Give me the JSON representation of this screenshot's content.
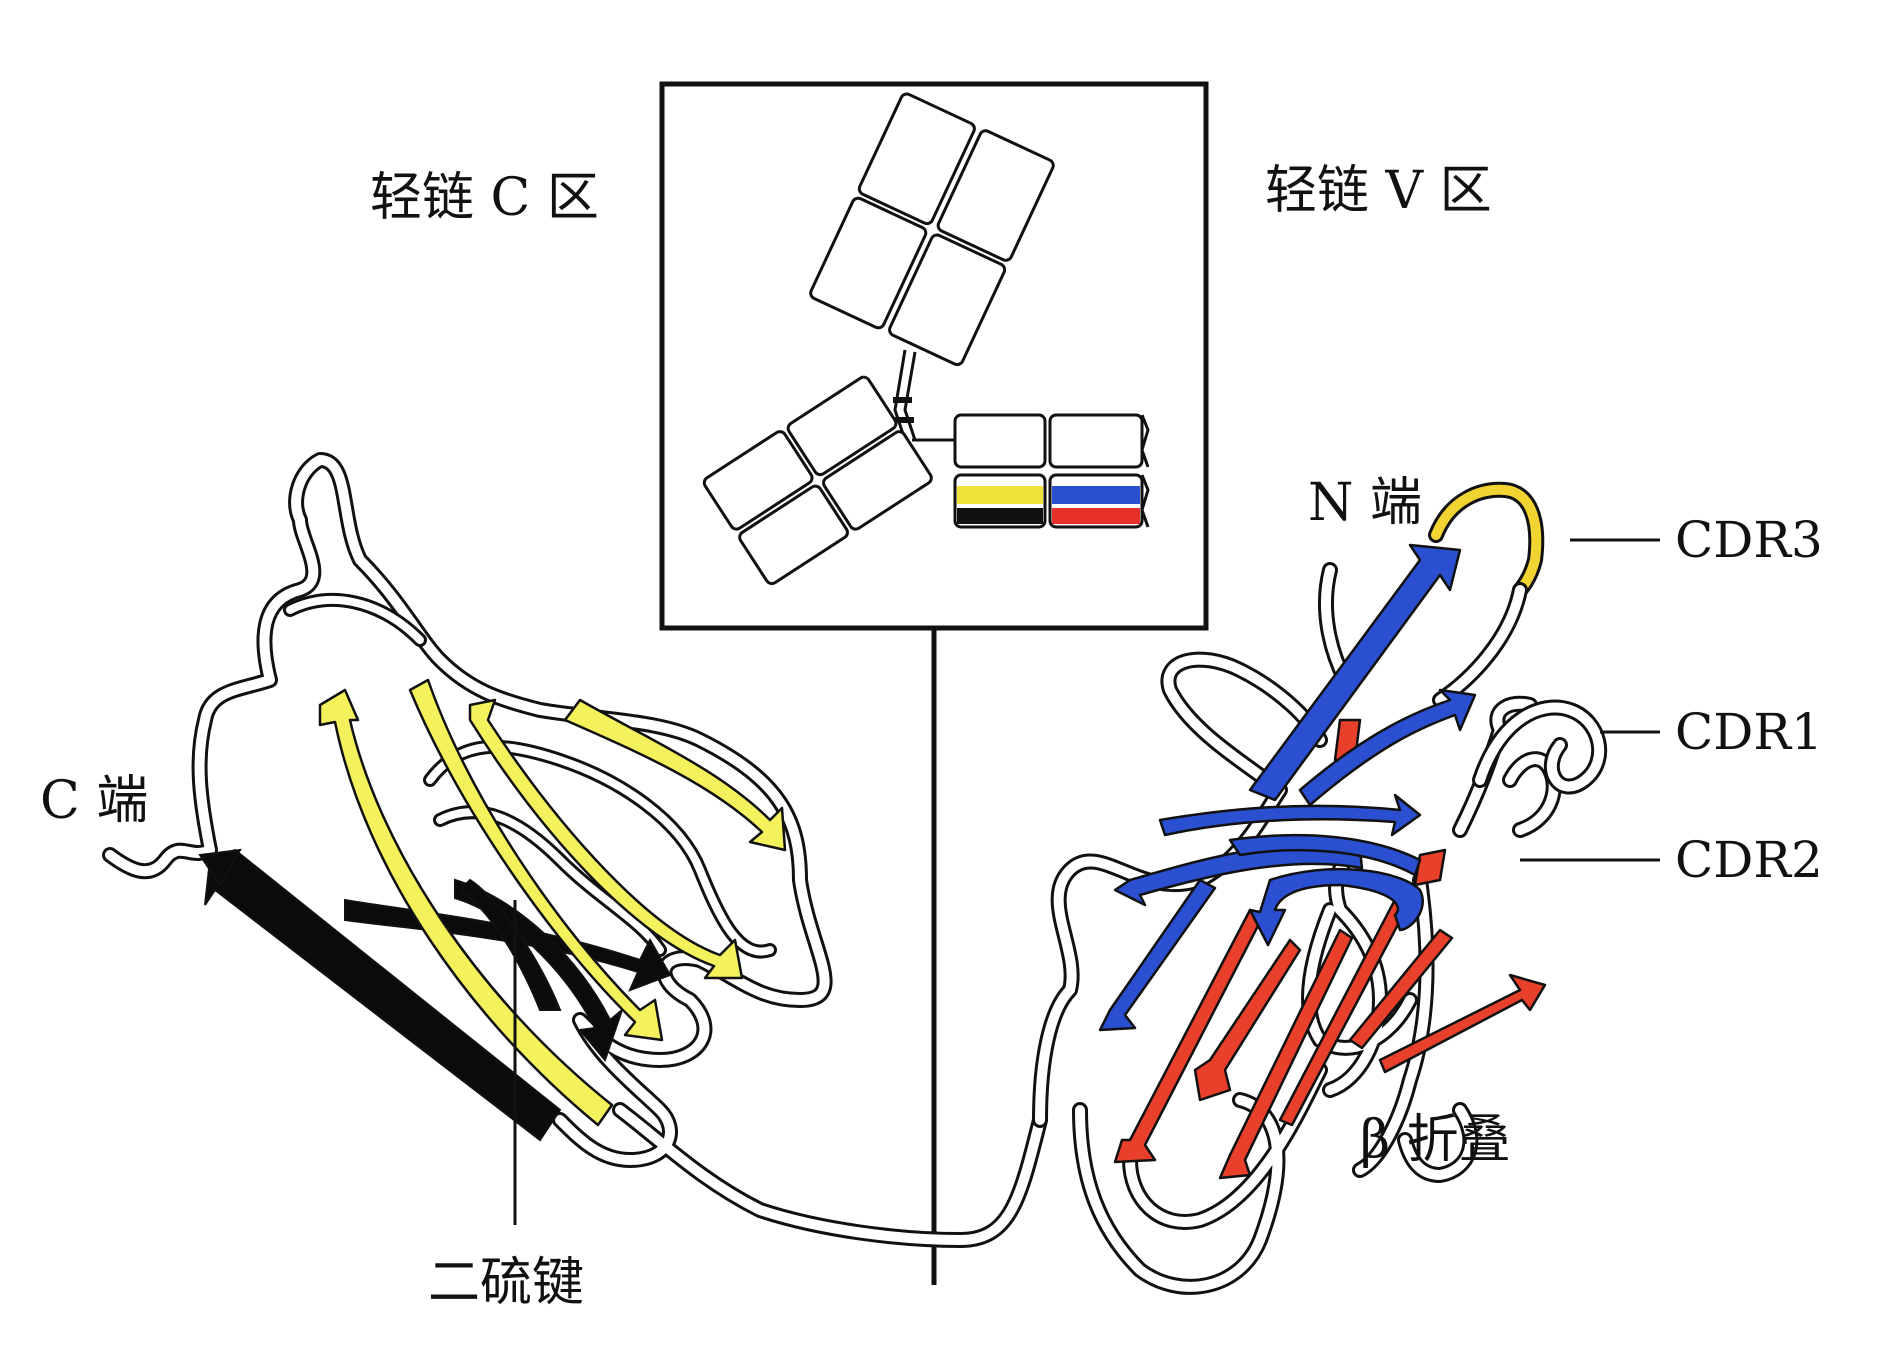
{
  "labels": {
    "light_chain_c_region": "轻链 C 区",
    "light_chain_v_region": "轻链 V 区",
    "n_terminus": "N 端",
    "c_terminus": "C 端",
    "disulfide_bond": "二硫键",
    "beta_sheet": "β 折叠",
    "cdr3": "CDR3",
    "cdr1": "CDR1",
    "cdr2": "CDR2"
  },
  "colors": {
    "yellow_strand": "#f4f25c",
    "black_strand": "#0b0b0b",
    "blue_strand": "#2a4fd0",
    "red_strand": "#e8402a",
    "cdr3_loop": "#f1d431",
    "outline": "#111111"
  }
}
